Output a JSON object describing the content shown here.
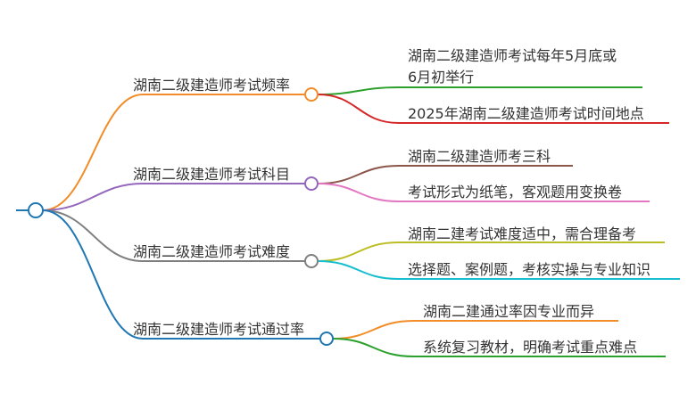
{
  "root": {
    "label": ""
  },
  "branches": [
    {
      "label": "湖南二级建造师考试频率",
      "color": "#f28c28",
      "children": [
        {
          "lines": [
            "湖南二级建造师考试每年5月底或",
            "6月初举行"
          ],
          "color": "#2ca02c"
        },
        {
          "lines": [
            "2025年湖南二级建造师考试时间地点"
          ],
          "color": "#d62728"
        }
      ]
    },
    {
      "label": "湖南二级建造师考试科目",
      "color": "#9467bd",
      "children": [
        {
          "lines": [
            "湖南二级建造师考三科"
          ],
          "color": "#8c564b"
        },
        {
          "lines": [
            "考试形式为纸笔，客观题用变换卷"
          ],
          "color": "#e377c2"
        }
      ]
    },
    {
      "label": "湖南二级建造师考试难度",
      "color": "#7f7f7f",
      "children": [
        {
          "lines": [
            "湖南二建考试难度适中，需合理备考"
          ],
          "color": "#bcbd22"
        },
        {
          "lines": [
            "选择题、案例题，考核实操与专业知识"
          ],
          "color": "#17becf"
        }
      ]
    },
    {
      "label": "湖南二级建造师考试通过率",
      "color": "#1f77b4",
      "children": [
        {
          "lines": [
            "湖南二建通过率因专业而异"
          ],
          "color": "#f28c28"
        },
        {
          "lines": [
            "系统复习教材，明确考试重点难点"
          ],
          "color": "#2ca02c"
        }
      ]
    }
  ]
}
